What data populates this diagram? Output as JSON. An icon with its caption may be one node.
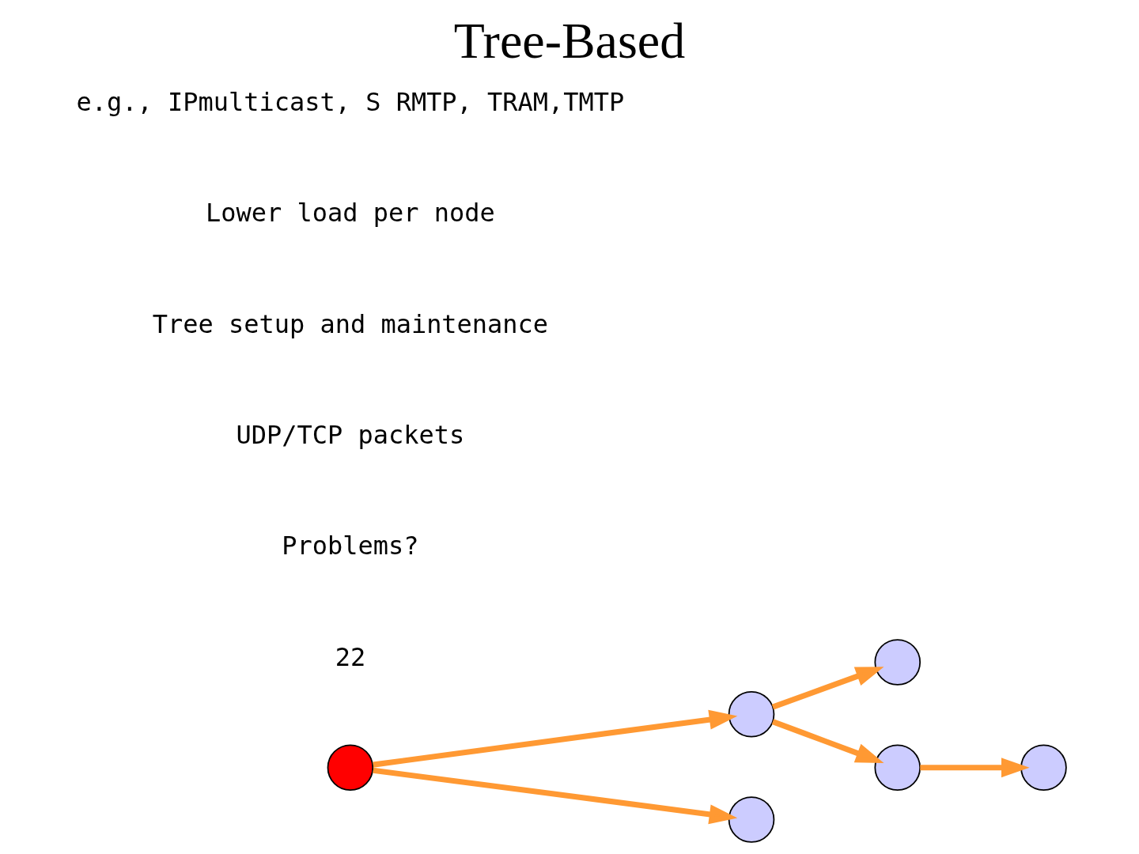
{
  "diagram": {
    "title": "Tree-Based",
    "nodes": [
      {
        "text": [],
        "shape": "circle"
      },
      {
        "text": [],
        "shape": "circle"
      },
      {
        "text": [],
        "shape": "circle"
      },
      {
        "text": [],
        "shape": "circle"
      },
      {
        "text": [],
        "shape": "circle"
      },
      {
        "text": [],
        "shape": "circle"
      }
    ],
    "edges": [
      {
        "from": 0,
        "to": 1,
        "arrow": "to"
      },
      {
        "from": 0,
        "to": 5,
        "arrow": "to"
      },
      {
        "from": 1,
        "to": 2,
        "arrow": "to"
      },
      {
        "from": 1,
        "to": 3,
        "arrow": "to"
      },
      {
        "from": 3,
        "to": 4,
        "arrow": "to"
      }
    ],
    "labels": [
      "e.g., IPmulticast, S RMTP, TRAM,TMTP",
      "Lower load per node",
      "Tree setup and maintenance",
      "UDP/TCP packets",
      "Problems?",
      "22"
    ]
  }
}
